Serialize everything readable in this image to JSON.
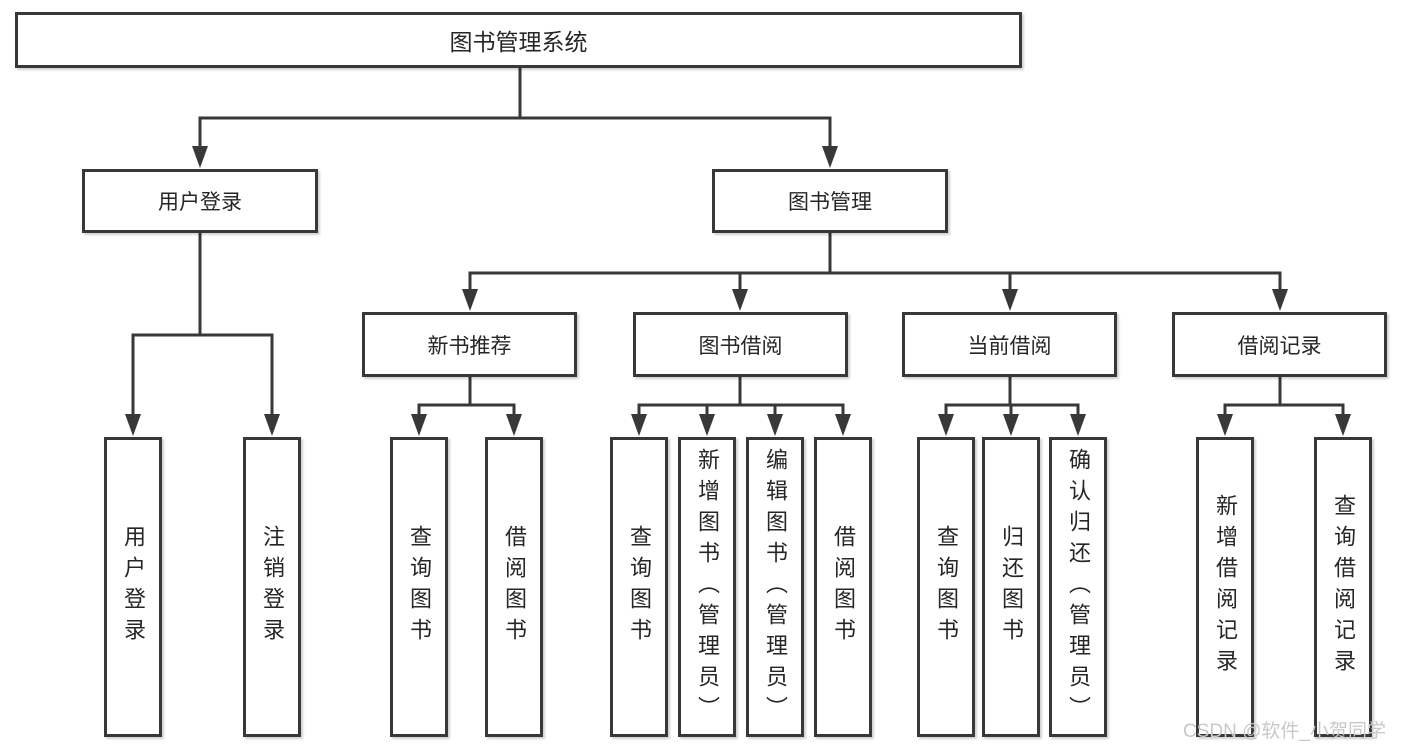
{
  "diagram_title": "图书管理系统",
  "tree": {
    "label": "图书管理系统",
    "children": [
      {
        "label": "用户登录",
        "children": [
          {
            "label": "用户登录"
          },
          {
            "label": "注销登录"
          }
        ]
      },
      {
        "label": "图书管理",
        "children": [
          {
            "label": "新书推荐",
            "children": [
              {
                "label": "查询图书"
              },
              {
                "label": "借阅图书"
              }
            ]
          },
          {
            "label": "图书借阅",
            "children": [
              {
                "label": "查询图书"
              },
              {
                "label": "新增图书（管理员）"
              },
              {
                "label": "编辑图书（管理员）"
              },
              {
                "label": "借阅图书"
              }
            ]
          },
          {
            "label": "当前借阅",
            "children": [
              {
                "label": "查询图书"
              },
              {
                "label": "归还图书"
              },
              {
                "label": "确认归还（管理员）"
              }
            ]
          },
          {
            "label": "借阅记录",
            "children": [
              {
                "label": "新增借阅记录"
              },
              {
                "label": "查询借阅记录"
              }
            ]
          }
        ]
      }
    ]
  },
  "watermark": {
    "text": "CSDN @软件_小贺同学",
    "color": "#c8c8c8"
  },
  "colors": {
    "background": "#ffffff",
    "line": "#383838",
    "box_border": "#383838",
    "text": "#262626"
  }
}
